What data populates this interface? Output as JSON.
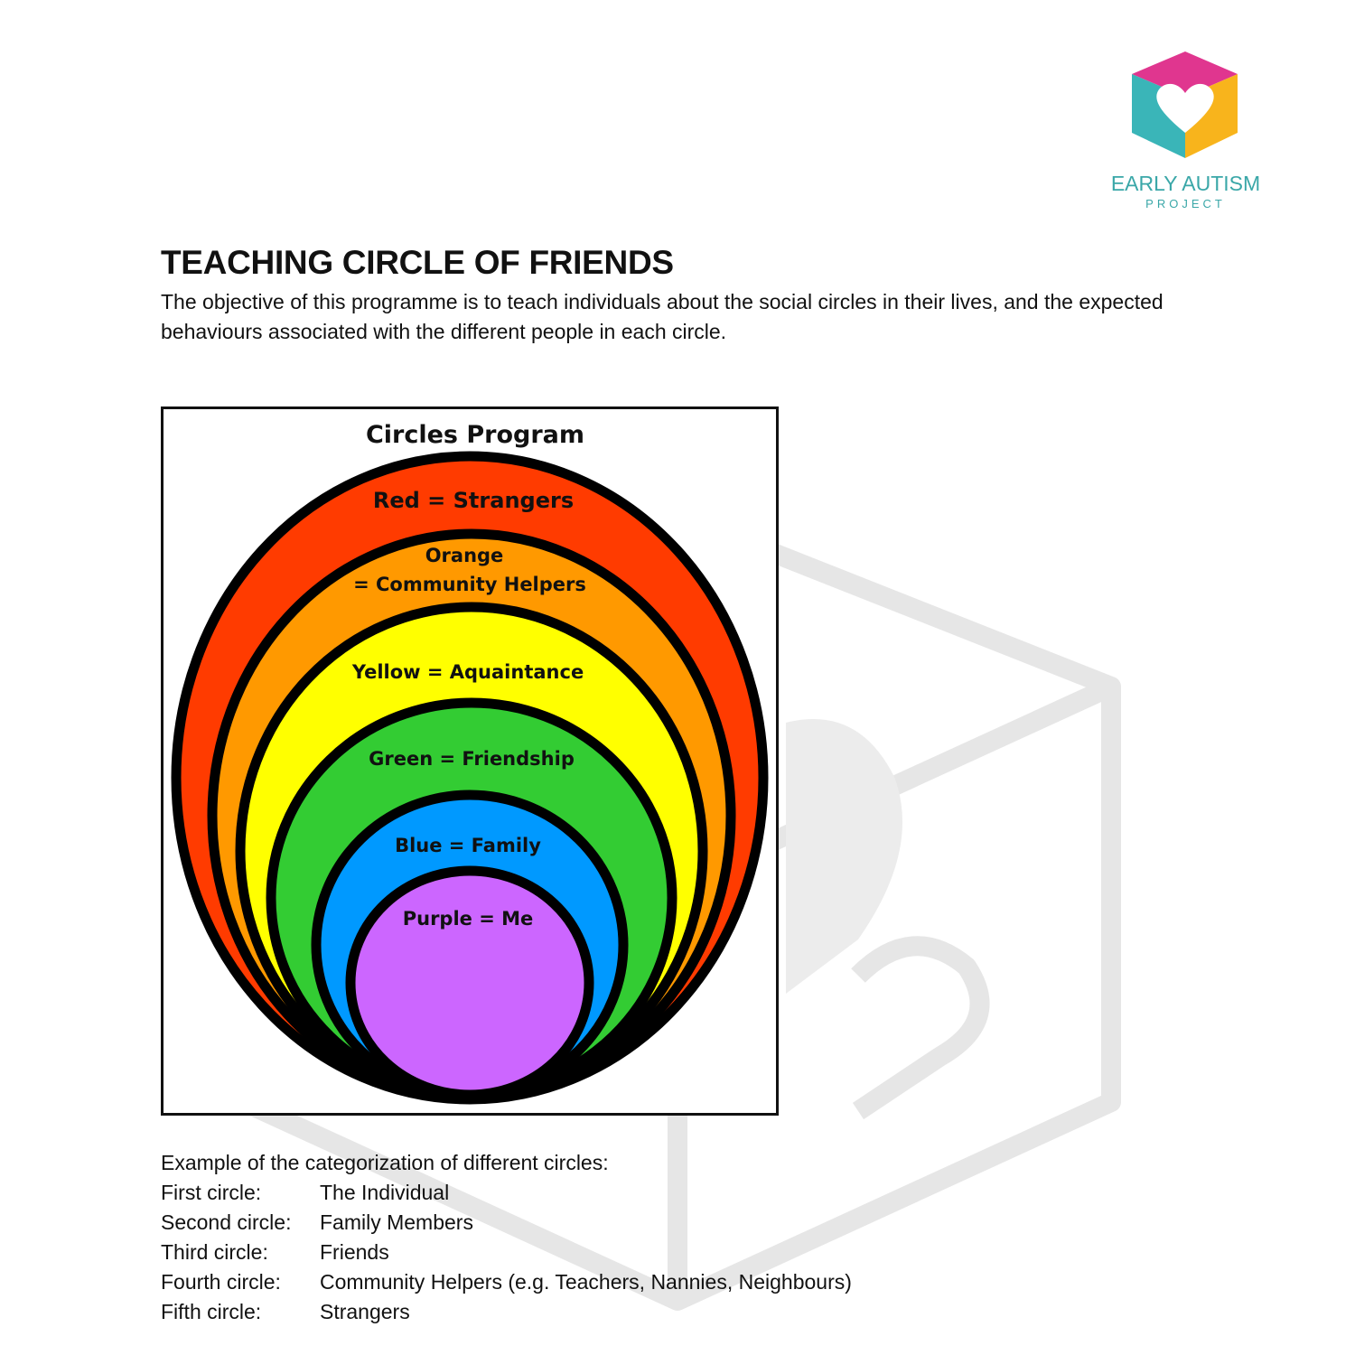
{
  "logo": {
    "name": "EARLY AUTISM",
    "sub": "PROJECT",
    "colors": {
      "magenta": "#e0368f",
      "teal": "#3aa7a8",
      "orange": "#f7a21b"
    }
  },
  "title": "TEACHING CIRCLE OF FRIENDS",
  "intro": "The objective of this programme is to teach individuals about the social circles in their lives, and the expected behaviours associated with the different people in each circle.",
  "diagram": {
    "title": "Circles Program",
    "circles": [
      {
        "label": "Red = Strangers",
        "color": "#ff3b00"
      },
      {
        "label": "Orange",
        "label2": "= Community Helpers",
        "color": "#ff9900"
      },
      {
        "label": "Yellow = Aquaintance",
        "color": "#ffff00"
      },
      {
        "label": "Green = Friendship",
        "color": "#33cc33"
      },
      {
        "label": "Blue = Family",
        "color": "#0099ff"
      },
      {
        "label": "Purple = Me",
        "color": "#cc66ff"
      }
    ]
  },
  "categorization": {
    "heading": "Example of the categorization of different circles:",
    "rows": [
      {
        "key": "First circle:",
        "value": "The Individual"
      },
      {
        "key": "Second circle:",
        "value": "Family Members"
      },
      {
        "key": "Third circle:",
        "value": "Friends"
      },
      {
        "key": "Fourth circle:",
        "value": "Community Helpers (e.g. Teachers, Nannies, Neighbours)"
      },
      {
        "key": "Fifth circle:",
        "value": "Strangers"
      }
    ]
  }
}
